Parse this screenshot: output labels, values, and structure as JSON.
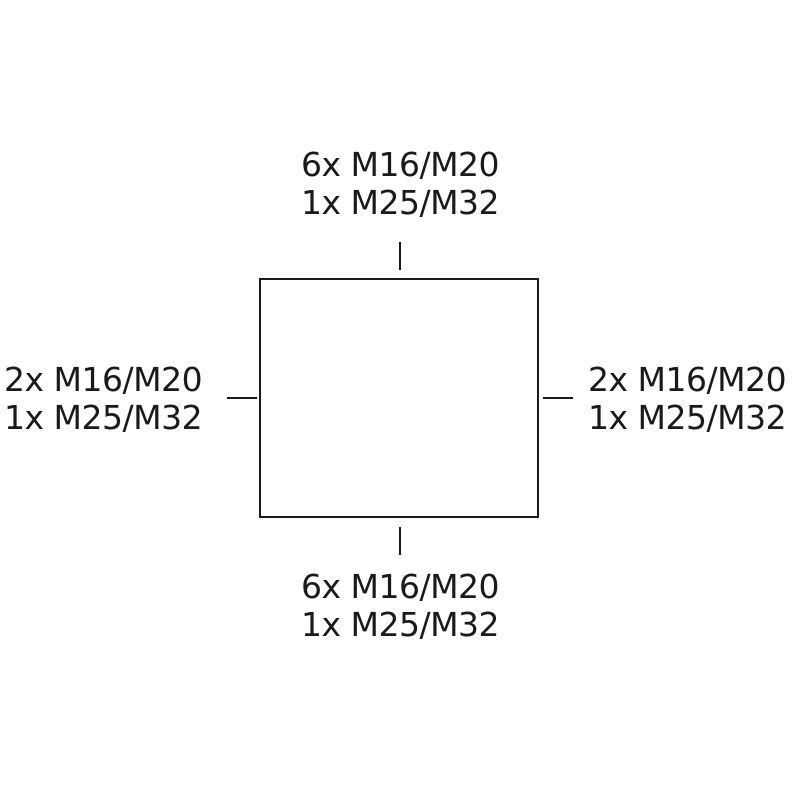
{
  "entries": {
    "top": {
      "line1": "6x M16/M20",
      "line2": "1x M25/M32"
    },
    "bottom": {
      "line1": "6x M16/M20",
      "line2": "1x M25/M32"
    },
    "left": {
      "line1": "2x M16/M20",
      "line2": "1x M25/M32"
    },
    "right": {
      "line1": "2x M16/M20",
      "line2": "1x M25/M32"
    }
  },
  "colors": {
    "stroke": "#1a1a1a",
    "background": "#ffffff"
  }
}
